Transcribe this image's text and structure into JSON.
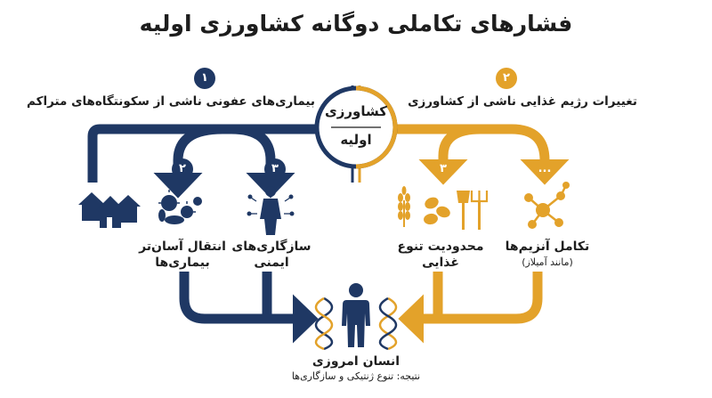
{
  "title": "فشارهای تکاملی دوگانه کشاورزی اولیه",
  "colors": {
    "navy": "#1f3864",
    "gold": "#e3a22a",
    "text": "#1d1d1d"
  },
  "center": {
    "line1": "کشاورزی",
    "line2": "اولیه"
  },
  "left_branch": {
    "badge": "۱",
    "heading": "بیماری‌های عفونی ناشی از سکونتگاه‌های متراکم",
    "items": [
      {
        "badge": "۲",
        "label_line1": "انتقال آسان‌تر",
        "label_line2": "بیماری‌ها",
        "icon": "germs-icon"
      },
      {
        "badge": "۳",
        "label_line1": "سازگاری‌های",
        "label_line2": "ایمنی",
        "icon": "immune-body-icon"
      }
    ],
    "houses_icon": "houses-icon"
  },
  "right_branch": {
    "badge": "۲",
    "heading": "تغییرات رژیم غذایی ناشی از کشاورزی",
    "items": [
      {
        "badge": "۳",
        "label_line1": "محدودیت تنوع",
        "label_line2": "غذایی",
        "icons": [
          "wheat-icon",
          "beans-icon",
          "farm-tools-icon"
        ]
      },
      {
        "badge": "...",
        "label_line1": "تکامل آنزیم‌ها",
        "label_line2": "(مانند آمیلاز)",
        "icon": "molecule-icon"
      }
    ]
  },
  "result": {
    "label": "انسان امروزی",
    "sub": "نتیجه: تنوع ژنتیکی و سازگاری‌ها",
    "icon": "human-dna-icon"
  }
}
